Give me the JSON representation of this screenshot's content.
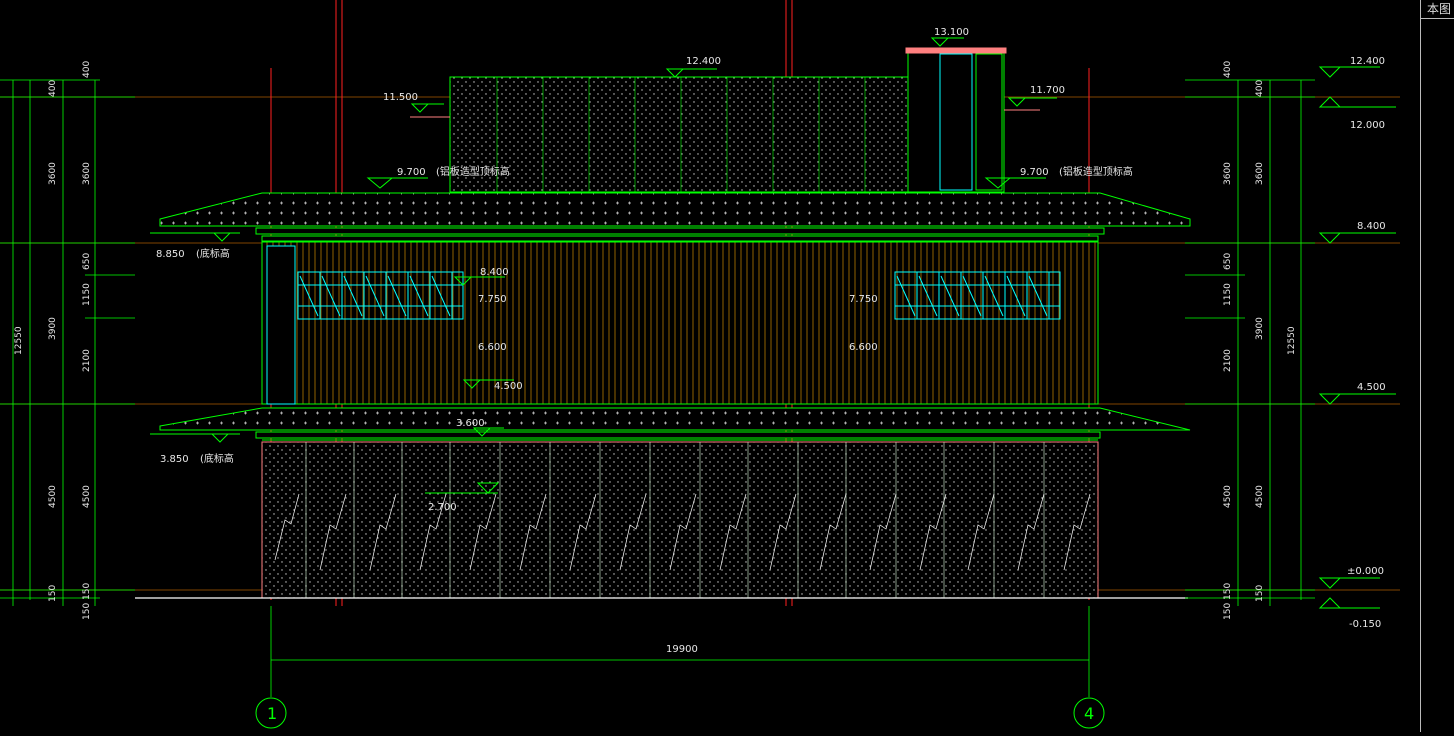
{
  "panel": {
    "title": "本图"
  },
  "elevations_left": {
    "e11500": "11.500",
    "e9700": "9.700",
    "e9700_note": "(铝板造型顶标高",
    "e8850": "8.850",
    "e8850_note": "(底标高",
    "e3850": "3.850",
    "e3850_note": "(底标高"
  },
  "elevations_top": {
    "e12400": "12.400",
    "e13100": "13.100",
    "e11700": "11.700",
    "e9700r": "9.700",
    "e9700r_note": "(铝板造型顶标高"
  },
  "elevations_mid": {
    "e8400": "8.400",
    "e7750a": "7.750",
    "e6600a": "6.600",
    "e4500": "4.500",
    "e3600": "3.600",
    "e2700": "2.700",
    "e7750b": "7.750",
    "e6600b": "6.600"
  },
  "elevations_right": {
    "r12400": "12.400",
    "r12000": "12.000",
    "r8400": "8.400",
    "r4500": "4.500",
    "r0000": "±0.000",
    "r0150": "-0.150"
  },
  "dims_left_inner": [
    "400",
    "3600",
    "650",
    "1150",
    "2100",
    "4500",
    "150",
    "150"
  ],
  "dims_left_outer": [
    "400",
    "3600",
    "3900",
    "4500",
    "150"
  ],
  "dims_left_total": "12550",
  "dims_right_inner": [
    "400",
    "3600",
    "650",
    "1150",
    "2100",
    "4500",
    "150",
    "150"
  ],
  "dims_right_outer": [
    "400",
    "3600",
    "3900",
    "4500",
    "150"
  ],
  "dims_right_total": "12550",
  "dim_width": "19900",
  "axis_labels": {
    "a1": "1",
    "a4": "4"
  },
  "colors": {
    "background": "#000000",
    "outline": "#00ff00",
    "axis": "#ff2020",
    "window": "#00ffff",
    "fill_dots": "#ffffff",
    "dim": "#ffaa00",
    "text": "#e8e8e8"
  }
}
